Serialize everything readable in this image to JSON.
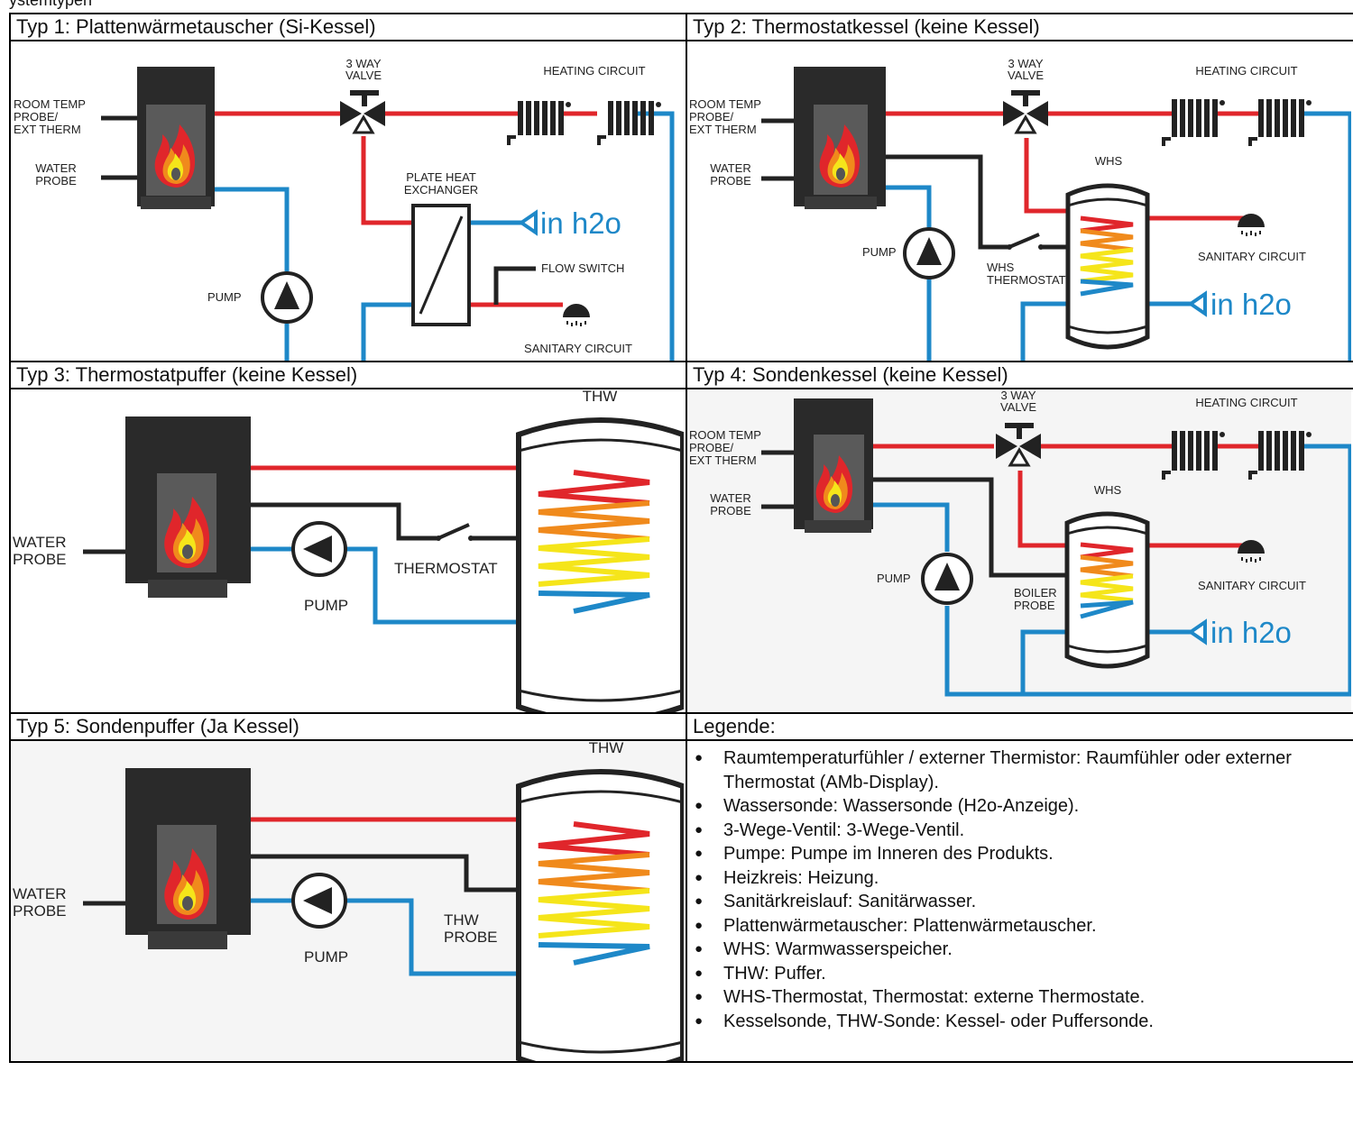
{
  "page": {
    "top_fragment": "ystemtypen"
  },
  "panels": [
    {
      "title": "Typ 1: Plattenwärmetauscher (Si-Kessel)",
      "labels": {
        "room_temp_1": "ROOM TEMP",
        "room_temp_2": "PROBE/",
        "room_temp_3": "EXT THERM",
        "water_probe_1": "WATER",
        "water_probe_2": "PROBE",
        "valve_1": "3 WAY",
        "valve_2": "VALVE",
        "heating": "HEATING CIRCUIT",
        "plate_1": "PLATE HEAT",
        "plate_2": "EXCHANGER",
        "in_h2o": "in h2o",
        "flow_switch": "FLOW SWITCH",
        "pump": "PUMP",
        "sanitary": "SANITARY CIRCUIT"
      }
    },
    {
      "title": "Typ 2: Thermostatkessel (keine Kessel)",
      "labels": {
        "room_temp_1": "ROOM TEMP",
        "room_temp_2": "PROBE/",
        "room_temp_3": "EXT THERM",
        "water_probe_1": "WATER",
        "water_probe_2": "PROBE",
        "valve_1": "3 WAY",
        "valve_2": "VALVE",
        "heating": "HEATING CIRCUIT",
        "whs": "WHS",
        "pump": "PUMP",
        "thermostat_1": "WHS",
        "thermostat_2": "THERMOSTAT",
        "sanitary": "SANITARY CIRCUIT",
        "in_h2o": "in h2o"
      }
    },
    {
      "title": "Typ 3: Thermostatpuffer (keine Kessel)",
      "labels": {
        "thw": "THW",
        "water_probe_1": "WATER",
        "water_probe_2": "PROBE",
        "thermostat": "THERMOSTAT",
        "pump": "PUMP"
      }
    },
    {
      "title": "Typ 4: Sondenkessel (keine Kessel)",
      "labels": {
        "room_temp_1": "ROOM TEMP",
        "room_temp_2": "PROBE/",
        "room_temp_3": "EXT THERM",
        "water_probe_1": "WATER",
        "water_probe_2": "PROBE",
        "valve_1": "3 WAY",
        "valve_2": "VALVE",
        "heating": "HEATING CIRCUIT",
        "whs": "WHS",
        "pump": "PUMP",
        "boiler_1": "BOILER",
        "boiler_2": "PROBE",
        "sanitary": "SANITARY CIRCUIT",
        "in_h2o": "in h2o"
      }
    },
    {
      "title": "Typ 5: Sondenpuffer (Ja Kessel)",
      "labels": {
        "thw": "THW",
        "water_probe_1": "WATER",
        "water_probe_2": "PROBE",
        "thw_probe_1": "THW",
        "thw_probe_2": "PROBE",
        "pump": "PUMP"
      }
    }
  ],
  "legend": {
    "title": "Legende:",
    "items": [
      "Raumtemperaturfühler / externer Thermistor: Raumfühler oder externer Thermostat (AMb-Display).",
      "Wassersonde: Wassersonde (H2o-Anzeige).",
      "3-Wege-Ventil: 3-Wege-Ventil.",
      "Pumpe: Pumpe im Inneren des Produkts.",
      "Heizkreis: Heizung.",
      "Sanitärkreislauf: Sanitärwasser.",
      "Plattenwärmetauscher: Plattenwärmetauscher.",
      "WHS: Warmwasserspeicher.",
      "THW: Puffer.",
      "WHS-Thermostat, Thermostat: externe Thermostate.",
      "Kesselsonde, THW-Sonde: Kessel- oder Puffersonde."
    ]
  },
  "colors": {
    "hot_pipe": "#e0262b",
    "cold_pipe": "#1e88c8",
    "signal_wire": "#222222",
    "stove": "#2a2a2a",
    "coil_red": "#e0262b",
    "coil_orange": "#f08a1c",
    "coil_yellow": "#f5e51a",
    "coil_blue": "#1e88c8"
  },
  "icons": [
    "stove-icon",
    "flame-icon",
    "three-way-valve-icon",
    "radiator-icon",
    "pump-icon",
    "plate-heat-exchanger-icon",
    "shower-icon",
    "water-heater-tank-icon",
    "thermostat-switch-icon"
  ]
}
